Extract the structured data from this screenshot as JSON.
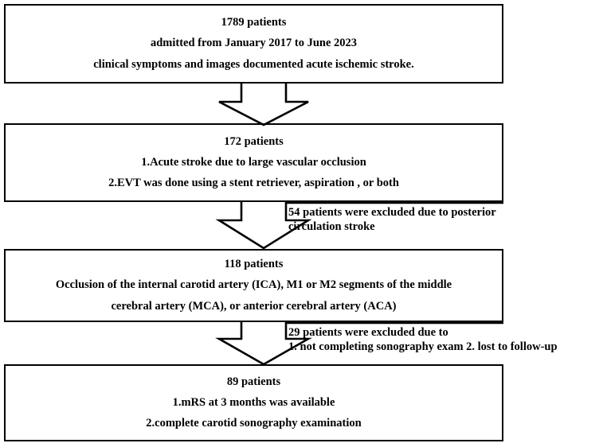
{
  "diagram": {
    "title": "Patient selection flowchart",
    "stroke_color": "#000000",
    "background_color": "#ffffff",
    "boxes": [
      {
        "id": "box-enrolled",
        "lines": [
          "1789 patients",
          "admitted from January 2017 to  June 2023",
          "clinical  symptoms and images documented acute ischemic stroke."
        ]
      },
      {
        "id": "box-evt",
        "lines": [
          "172 patients",
          "1.Acute stroke due to large vascular occlusion",
          "2.EVT was done using a stent retriever, aspiration , or both"
        ]
      },
      {
        "id": "box-anterior",
        "lines": [
          "118 patients",
          "Occlusion of the internal carotid artery (ICA), M1 or M2 segments of the middle",
          "cerebral artery (MCA), or anterior cerebral artery (ACA)"
        ]
      },
      {
        "id": "box-final",
        "lines": [
          "89    patients",
          "1.mRS at 3 months was available",
          "2.complete carotid sonography examination"
        ]
      }
    ],
    "exclusions": [
      {
        "id": "exclusion-posterior",
        "lines": [
          "54 patients were excluded due to posterior",
          "circulation stroke"
        ]
      },
      {
        "id": "exclusion-followup",
        "lines": [
          "29 patients were excluded due to",
          "1. not completing sonography exam  2. lost to follow-up"
        ]
      }
    ],
    "arrows": [
      {
        "id": "arrow-1",
        "from": "box-enrolled",
        "to": "box-evt"
      },
      {
        "id": "arrow-2",
        "from": "box-evt",
        "to": "box-anterior"
      },
      {
        "id": "arrow-3",
        "from": "box-anterior",
        "to": "box-final"
      }
    ]
  }
}
